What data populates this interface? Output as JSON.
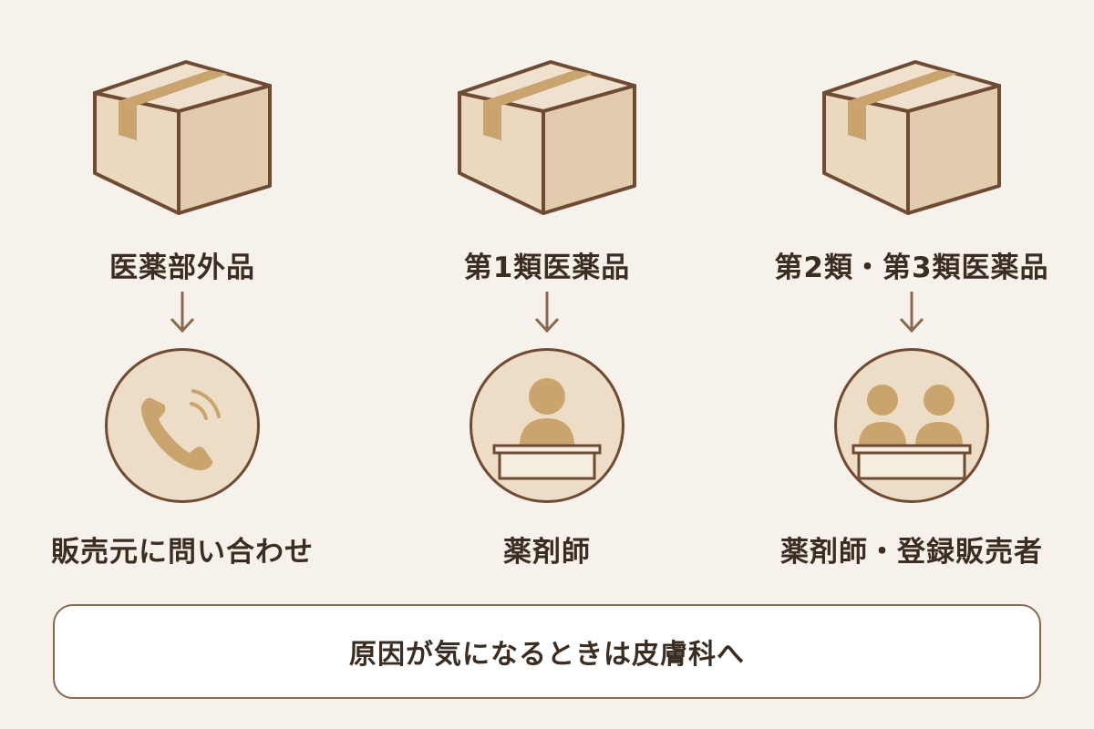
{
  "columns": [
    {
      "category": "医薬部外品",
      "contact": "販売元に問い合わせ",
      "icon": "phone-icon"
    },
    {
      "category": "第1類医薬品",
      "contact": "薬剤師",
      "icon": "pharmacist-icon"
    },
    {
      "category": "第2類・第3類医薬品",
      "contact": "薬剤師・登録販売者",
      "icon": "two-staff-icon"
    }
  ],
  "note": "原因が気になるときは皮膚科へ",
  "colors": {
    "background": "#f6f1ea",
    "box_fill": "#ead8c0",
    "box_outline": "#6e4b32",
    "tape": "#c9a46e",
    "icon": "#c9a46e",
    "circle_fill": "#eddcc6"
  }
}
